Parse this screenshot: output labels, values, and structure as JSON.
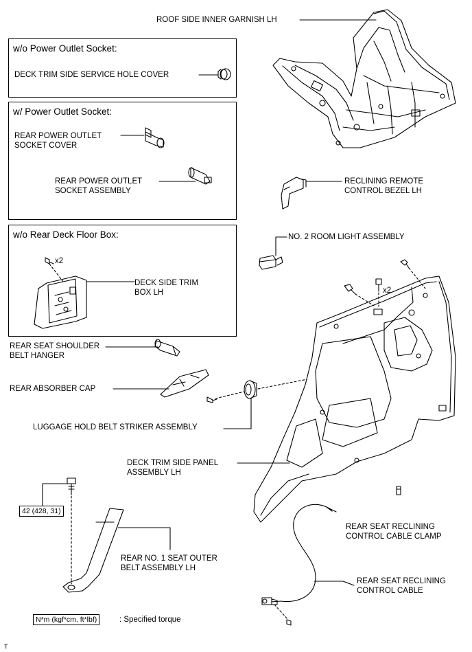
{
  "labels": {
    "roof_side_inner_garnish": "ROOF SIDE INNER GARNISH LH",
    "service_hole_cover": "DECK TRIM SIDE SERVICE HOLE COVER",
    "outlet_cover_l1": "REAR POWER OUTLET",
    "outlet_cover_l2": "SOCKET COVER",
    "outlet_assembly_l1": "REAR POWER OUTLET",
    "outlet_assembly_l2": "SOCKET ASSEMBLY",
    "reclining_bezel_l1": "RECLINING REMOTE",
    "reclining_bezel_l2": "CONTROL BEZEL LH",
    "room_light": "NO. 2 ROOM LIGHT ASSEMBLY",
    "deck_side_trim_box_l1": "DECK SIDE TRIM",
    "deck_side_trim_box_l2": "BOX LH",
    "shoulder_belt_hanger_l1": "REAR SEAT SHOULDER",
    "shoulder_belt_hanger_l2": "BELT HANGER",
    "absorber_cap": "REAR ABSORBER CAP",
    "luggage_striker": "LUGGAGE HOLD BELT STRIKER ASSEMBLY",
    "deck_trim_panel_l1": "DECK TRIM SIDE PANEL",
    "deck_trim_panel_l2": "ASSEMBLY LH",
    "cable_clamp_l1": "REAR SEAT RECLINING",
    "cable_clamp_l2": "CONTROL CABLE CLAMP",
    "seat_belt_l1": "REAR NO. 1 SEAT OUTER",
    "seat_belt_l2": "BELT ASSEMBLY LH",
    "control_cable_l1": "REAR SEAT RECLINING",
    "control_cable_l2": "CONTROL CABLE"
  },
  "boxes": {
    "no_outlet": "w/o Power Outlet Socket:",
    "with_outlet": "w/ Power Outlet Socket:",
    "no_floor_box": "w/o Rear Deck Floor Box:"
  },
  "quantities": {
    "box_screws": "x2",
    "panel_screws": "x2"
  },
  "torque": {
    "value": "42 (428, 31)"
  },
  "legend": {
    "unit": "N*m (kgf*cm, ft*lbf)",
    "text": ": Specified torque"
  },
  "corner_mark": "T"
}
